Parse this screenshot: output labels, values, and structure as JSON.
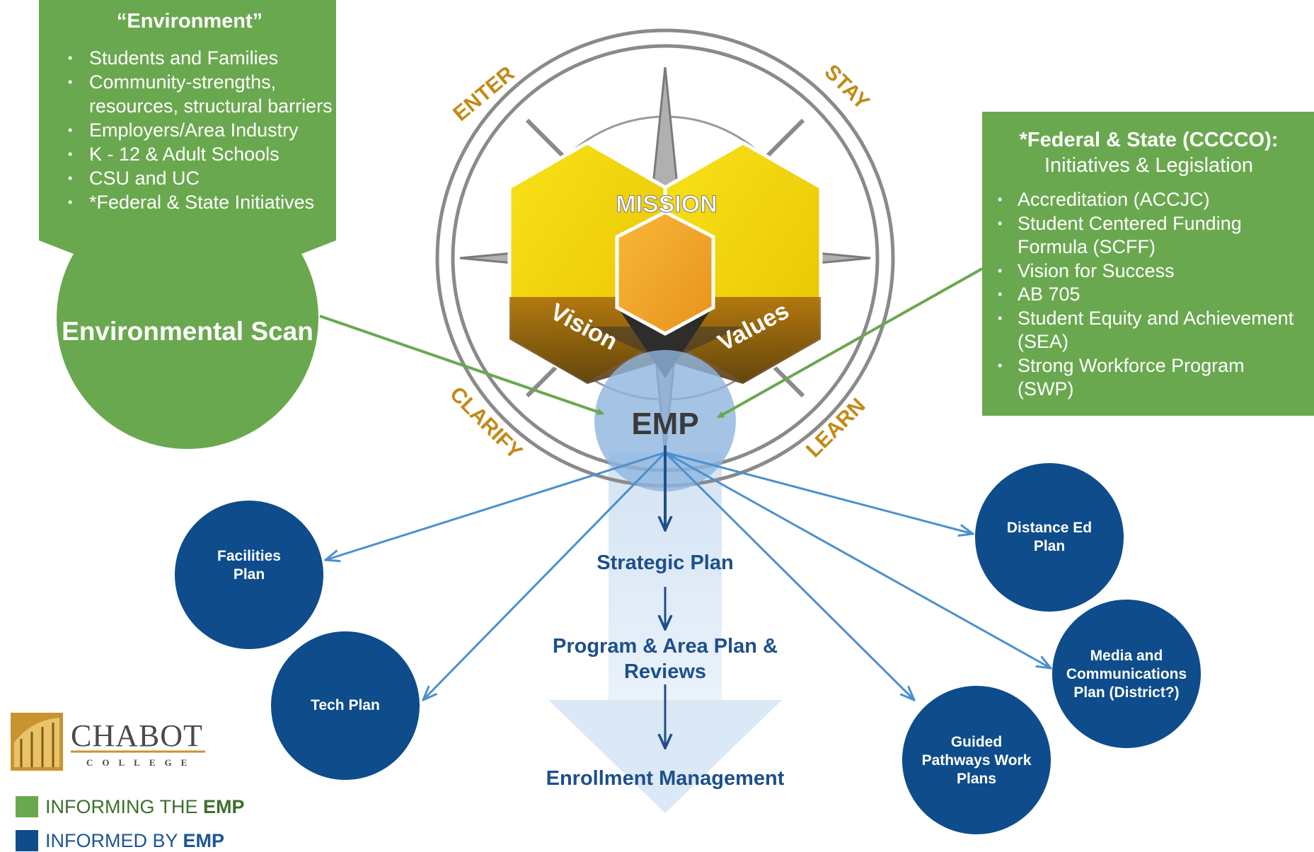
{
  "colors": {
    "green_box": "#6aa84f",
    "dark_blue": "#0e4c8c",
    "arrow_blue": "#4a90d0",
    "gold_text": "#c28a16",
    "mission_yellow": "#f5d50a",
    "vision_brown": "#8b5a13"
  },
  "environment": {
    "title": "“Environment”",
    "items": [
      "Students and Families",
      "Community-strengths, resources, structural barriers",
      "Employers/Area Industry",
      "K - 12 & Adult Schools",
      "CSU and UC",
      "*Federal & State Initiatives"
    ]
  },
  "environmental_scan": {
    "label": "Environmental Scan"
  },
  "federal_state": {
    "title_bold": "*Federal & State (CCCCO):",
    "title_rest": "Initiatives & Legislation",
    "items": [
      "Accreditation (ACCJC)",
      "Student Centered Funding Formula (SCFF)",
      "Vision for Success",
      "AB 705",
      "Student Equity and Achievement (SEA)",
      "Strong Workforce Program (SWP)"
    ]
  },
  "compass": {
    "enter": "ENTER",
    "stay": "STAY",
    "clarify": "CLARIFY",
    "learn": "LEARN"
  },
  "core": {
    "mission": "MISSION",
    "vision": "Vision",
    "values": "Values",
    "emp": "EMP"
  },
  "flow": {
    "strategic_plan": "Strategic Plan",
    "program_area_plan": "Program & Area Plan & Reviews",
    "enrollment_management": "Enrollment Management"
  },
  "plans": {
    "facilities": "Facilities Plan",
    "tech": "Tech Plan",
    "distance_ed": "Distance Ed Plan",
    "media": "Media and Communications Plan (District?)",
    "guided_pathways": "Guided Pathways Work Plans"
  },
  "logo": {
    "name": "CHABOT",
    "sub": "COLLEGE"
  },
  "legend": {
    "informing_prefix": "INFORMING THE ",
    "informing_bold": "EMP",
    "informed_prefix": "INFORMED BY ",
    "informed_bold": "EMP"
  }
}
